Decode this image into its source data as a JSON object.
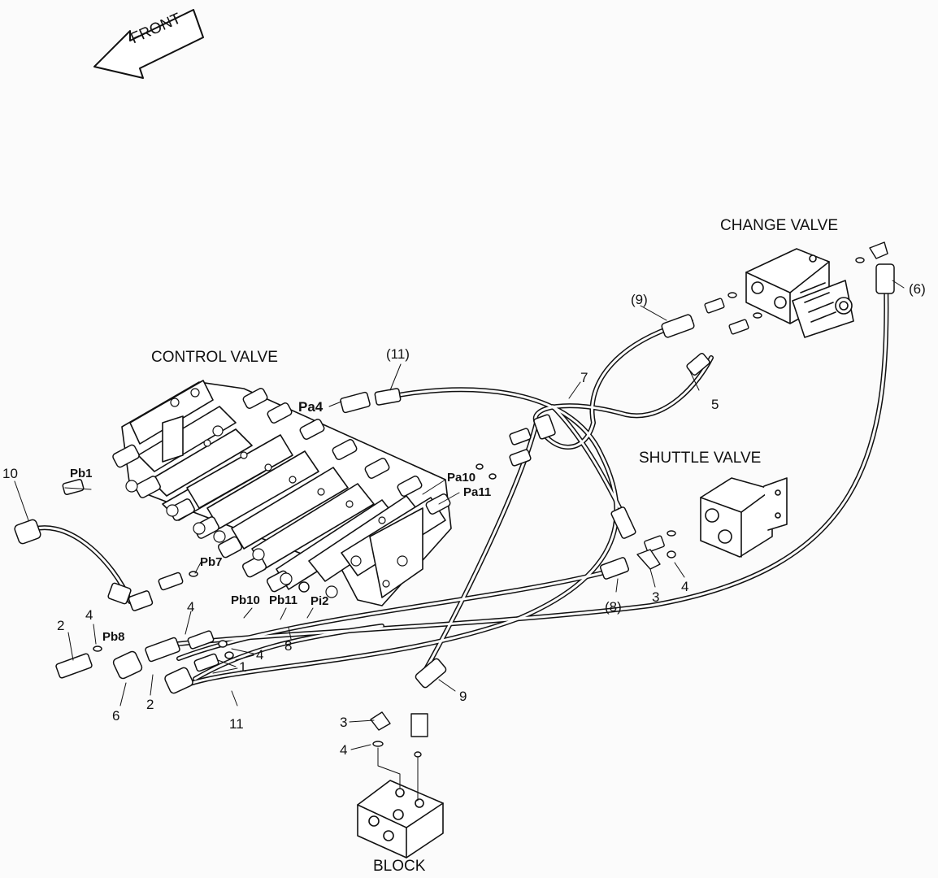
{
  "direction": "FRONT",
  "components": {
    "control_valve": "CONTROL VALVE",
    "change_valve": "CHANGE VALVE",
    "shuttle_valve": "SHUTTLE VALVE",
    "block": "BLOCK"
  },
  "ports": {
    "pa4": "Pa4",
    "pb1": "Pb1",
    "pb7": "Pb7",
    "pb8": "Pb8",
    "pa10": "Pa10",
    "pa11": "Pa11",
    "pb10": "Pb10",
    "pb11": "Pb11",
    "pi2": "Pi2"
  },
  "callouts": [
    {
      "id": "c10",
      "text": "10"
    },
    {
      "id": "c2a",
      "text": "2"
    },
    {
      "id": "c4a",
      "text": "4"
    },
    {
      "id": "c6",
      "text": "6"
    },
    {
      "id": "c2b",
      "text": "2"
    },
    {
      "id": "c4b",
      "text": "4"
    },
    {
      "id": "c4c",
      "text": "4"
    },
    {
      "id": "c1",
      "text": "1"
    },
    {
      "id": "c8",
      "text": "8"
    },
    {
      "id": "c11",
      "text": "11"
    },
    {
      "id": "c11p",
      "text": "(11)"
    },
    {
      "id": "c7",
      "text": "7"
    },
    {
      "id": "c9p",
      "text": "(9)"
    },
    {
      "id": "c5",
      "text": "5"
    },
    {
      "id": "c6p",
      "text": "(6)"
    },
    {
      "id": "c8p",
      "text": "(8)"
    },
    {
      "id": "c3a",
      "text": "3"
    },
    {
      "id": "c4d",
      "text": "4"
    },
    {
      "id": "c9",
      "text": "9"
    },
    {
      "id": "c3b",
      "text": "3"
    },
    {
      "id": "c4e",
      "text": "4"
    }
  ]
}
